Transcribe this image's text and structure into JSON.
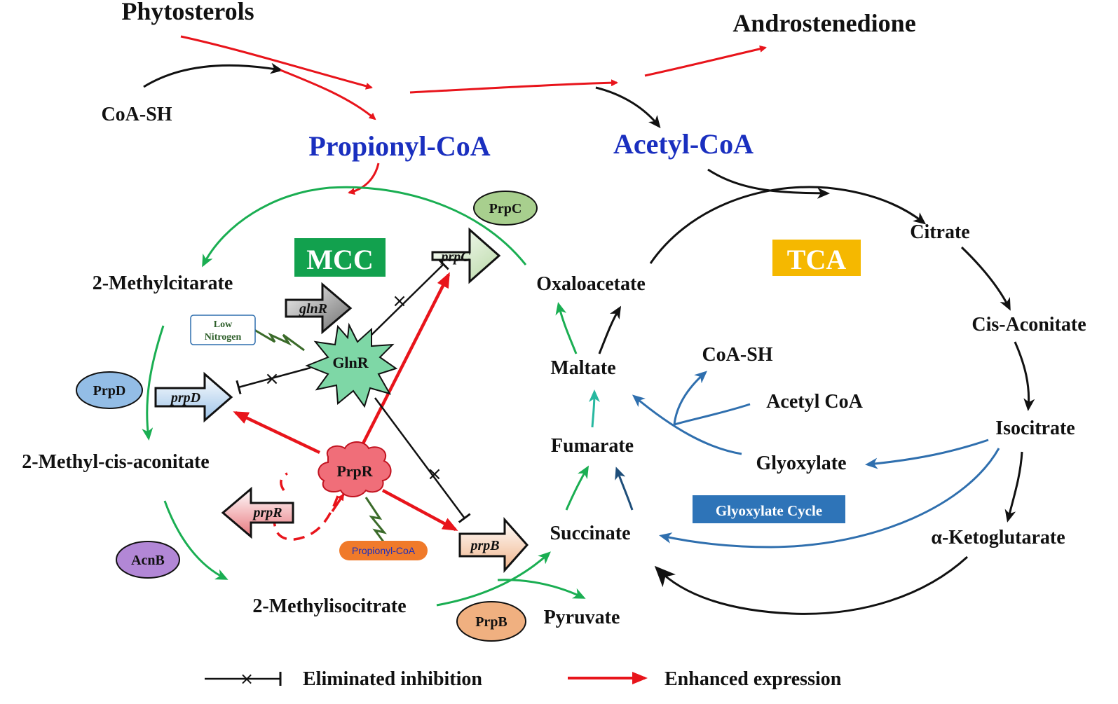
{
  "metabolites": {
    "phytosterols": "Phytosterols",
    "androstenedione": "Androstenedione",
    "coa_sh_top": "CoA-SH",
    "propionyl_coa": "Propionyl-CoA",
    "acetyl_coa": "Acetyl-CoA",
    "methylcitrate": "2-Methylcitarate",
    "methyl_cis_aconitate": "2-Methyl-cis-aconitate",
    "methylisocitrate": "2-Methylisocitrate",
    "pyruvate": "Pyruvate",
    "oxaloacetate": "Oxaloacetate",
    "maltate": "Maltate",
    "fumarate": "Fumarate",
    "succinate": "Succinate",
    "citrate": "Citrate",
    "cis_aconitate": "Cis-Aconitate",
    "isocitrate": "Isocitrate",
    "ketoglutarate": "α-Ketoglutarate",
    "coa_sh_right": "CoA-SH",
    "acetyl_coa_glyox": "Acetyl CoA",
    "glyoxylate": "Glyoxylate"
  },
  "boxes": {
    "mcc": "MCC",
    "tca": "TCA",
    "glyoxylate_cycle": "Glyoxylate Cycle"
  },
  "enzymes": {
    "prpc": "PrpC",
    "prpd": "PrpD",
    "acnb": "AcnB",
    "prpb": "PrpB"
  },
  "genes": {
    "prpC": "prpC",
    "glnR": "glnR",
    "prpD": "prpD",
    "prpR": "prpR",
    "prpB": "prpB"
  },
  "regulators": {
    "glnr": "GlnR",
    "prpr": "PrpR"
  },
  "signals": {
    "low_nitrogen_line1": "Low",
    "low_nitrogen_line2": "Nitrogen",
    "propionyl_coa_signal": "Propionyl-CoA"
  },
  "legend": {
    "eliminated_inhibition": "Eliminated inhibition",
    "enhanced_expression": "Enhanced expression"
  },
  "colors": {
    "red": "#e8141b",
    "green": "#1aae52",
    "black": "#111111",
    "blue": "#2f6fae",
    "teal": "#27b8a0",
    "navy": "#1e4e7a",
    "mcc_box": "#12a14e",
    "tca_box": "#f5b800",
    "glyox_box": "#2e74b8",
    "metabolite_blue": "#1a2fbf"
  }
}
